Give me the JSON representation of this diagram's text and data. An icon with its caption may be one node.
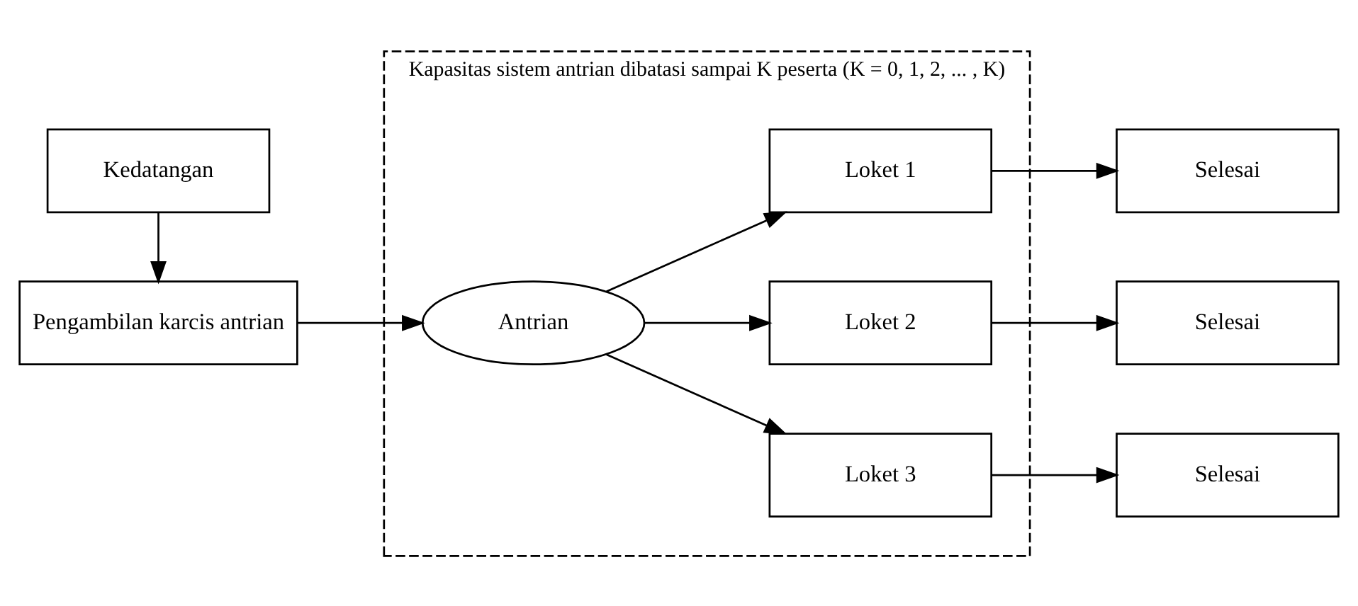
{
  "diagram": {
    "nodes": [
      {
        "text": [
          "Kapasitas sistem antrian dibatasi sampai K peserta (K = 0, 1, 2, ... , K)"
        ]
      },
      {
        "text": [
          "Kedatangan"
        ]
      },
      {
        "text": [
          "Pengambilan karcis antrian"
        ]
      },
      {
        "text": [
          "Antrian"
        ],
        "in": 0
      },
      {
        "text": [
          "Loket 1"
        ],
        "in": 0
      },
      {
        "text": [
          "Loket 2"
        ],
        "in": 0
      },
      {
        "text": [
          "Loket 3"
        ],
        "in": 0
      },
      {
        "text": [
          "Selesai"
        ]
      },
      {
        "text": [
          "Selesai"
        ]
      },
      {
        "text": [
          "Selesai"
        ]
      }
    ],
    "edges": [
      {
        "from": 1,
        "to": 2,
        "arrow": "to"
      },
      {
        "from": 2,
        "to": 3,
        "arrow": "to"
      },
      {
        "from": 3,
        "to": 4,
        "arrow": "to"
      },
      {
        "from": 3,
        "to": 5,
        "arrow": "to"
      },
      {
        "from": 3,
        "to": 6,
        "arrow": "to"
      },
      {
        "from": 4,
        "to": 7,
        "arrow": "to"
      },
      {
        "from": 5,
        "to": 8,
        "arrow": "to"
      },
      {
        "from": 6,
        "to": 9,
        "arrow": "to"
      }
    ]
  }
}
